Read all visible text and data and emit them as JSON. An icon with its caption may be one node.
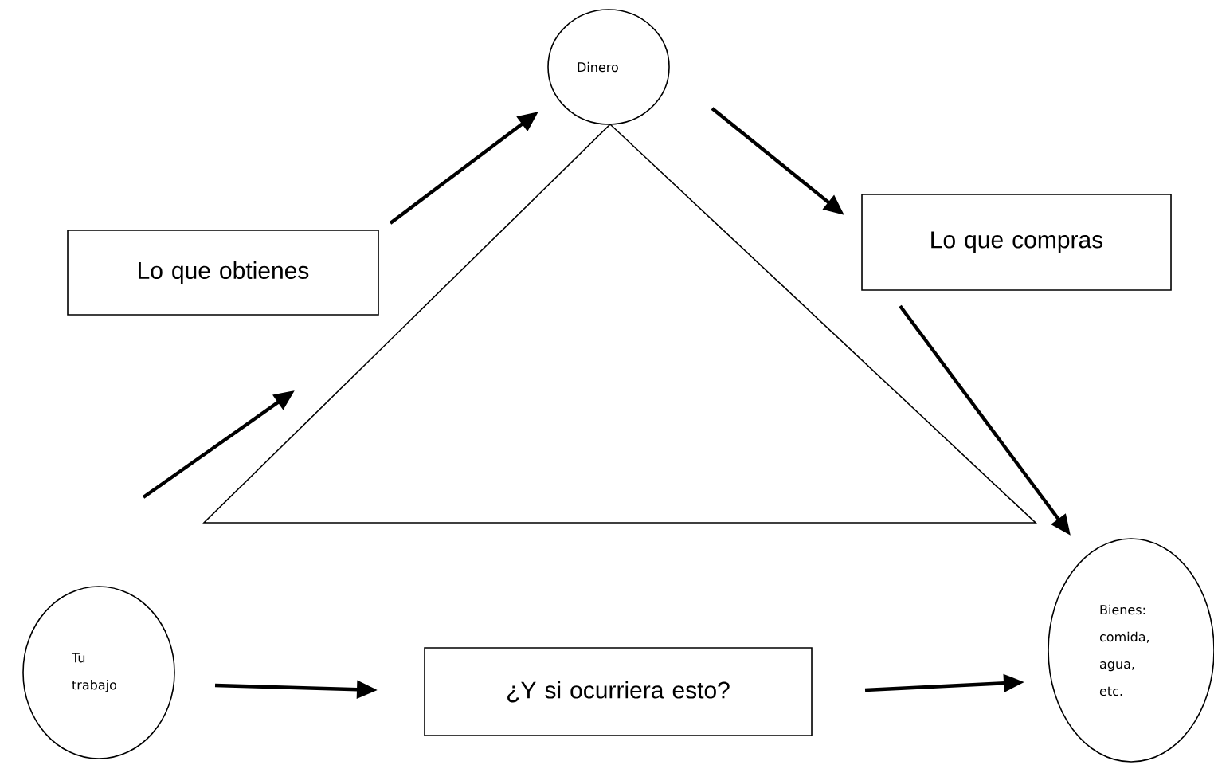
{
  "diagram": {
    "nodes": [
      {
        "text": [
          "Dinero"
        ]
      },
      {
        "text": [
          "Lo que obtienes"
        ]
      },
      {
        "text": [
          "Lo que compras"
        ]
      },
      {
        "text": [
          "Tu trabajo"
        ]
      },
      {
        "text": [
          "¿Y si ocurriera esto?"
        ]
      },
      {
        "text": [
          "Bienes: comida, agua, etc."
        ]
      }
    ],
    "edges": [
      {
        "from": 3,
        "to": 1,
        "arrow": "to"
      },
      {
        "from": 1,
        "to": 0,
        "arrow": "to"
      },
      {
        "from": 0,
        "to": 2,
        "arrow": "to"
      },
      {
        "from": 2,
        "to": 5,
        "arrow": "to"
      },
      {
        "from": 3,
        "to": 4,
        "arrow": "to"
      },
      {
        "from": 4,
        "to": 5,
        "arrow": "to"
      }
    ]
  }
}
